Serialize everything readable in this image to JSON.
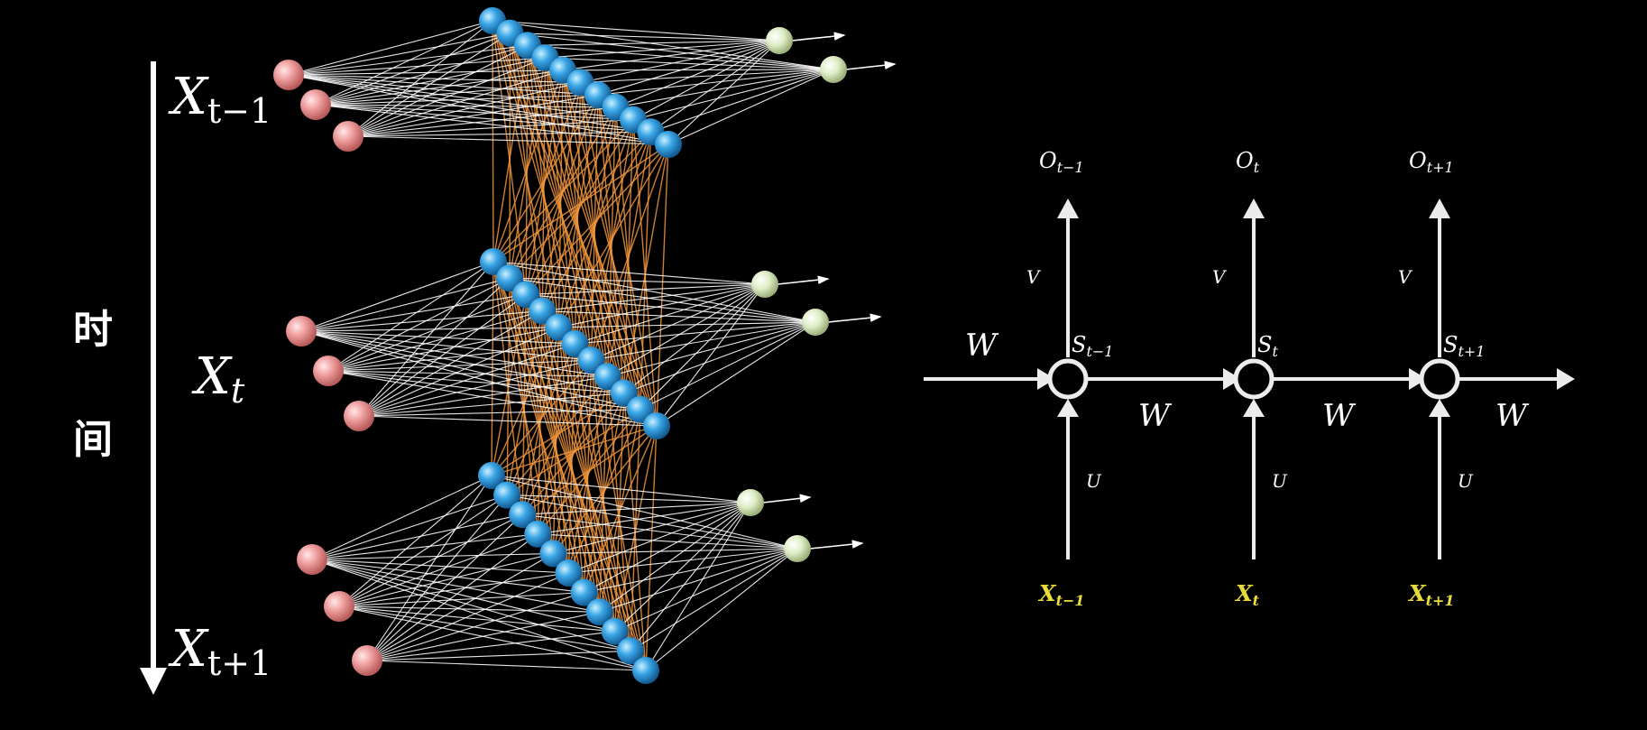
{
  "left_panel": {
    "time_axis_label_top": "时",
    "time_axis_label_bottom": "间",
    "layers": [
      {
        "input_label_main": "X",
        "input_label_sub": "t−1",
        "input_nodes": 3,
        "hidden_nodes": 11,
        "output_nodes": 2
      },
      {
        "input_label_main": "X",
        "input_label_sub": "t",
        "input_nodes": 3,
        "hidden_nodes": 11,
        "output_nodes": 2
      },
      {
        "input_label_main": "X",
        "input_label_sub": "t+1",
        "input_nodes": 3,
        "hidden_nodes": 11,
        "output_nodes": 2
      }
    ],
    "colors": {
      "input_node": "#f0a0a0",
      "hidden_node": "#3aa6e6",
      "output_node": "#dfeec7",
      "connection": "#ffffff",
      "recurrent": "#f0953c"
    }
  },
  "right_panel": {
    "units": [
      {
        "output_main": "O",
        "output_sub": "t−1",
        "state_main": "S",
        "state_sub": "t−1",
        "input_main": "X",
        "input_sub": "t−1",
        "v_label": "V",
        "u_label": "U"
      },
      {
        "output_main": "O",
        "output_sub": "t",
        "state_main": "S",
        "state_sub": "t",
        "input_main": "X",
        "input_sub": "t",
        "v_label": "V",
        "u_label": "U"
      },
      {
        "output_main": "O",
        "output_sub": "t+1",
        "state_main": "S",
        "state_sub": "t+1",
        "input_main": "X",
        "input_sub": "t+1",
        "v_label": "V",
        "u_label": "U"
      }
    ],
    "w_labels": [
      "W",
      "W",
      "W",
      "W"
    ],
    "colors": {
      "line": "#ececec",
      "input_label": "#e8dc3a"
    }
  }
}
